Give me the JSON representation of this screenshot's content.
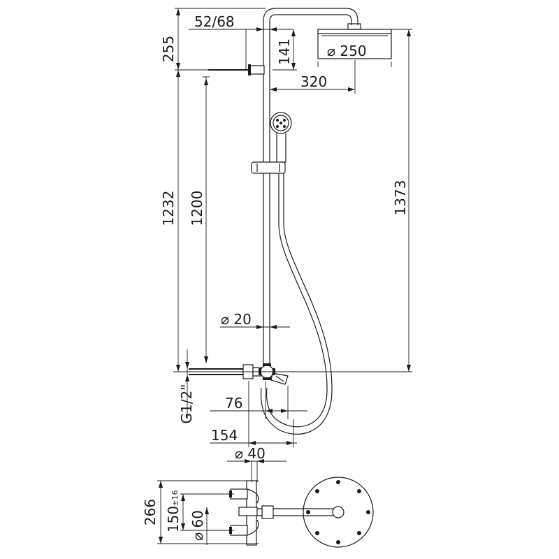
{
  "dimensions": {
    "d_255": "255",
    "d_52_68": "52/68",
    "d_141": "141",
    "d_phi250": "⌀ 250",
    "d_320": "320",
    "d_1232": "1232",
    "d_1200": "1200",
    "d_1373": "1373",
    "d_phi20": "⌀ 20",
    "d_g12": "G1/2\"",
    "d_76": "76",
    "d_154": "154",
    "d_phi40": "⌀ 40",
    "d_266": "266",
    "d_150": "150",
    "d_pm16": "±16",
    "d_phi60": "⌀ 60"
  }
}
